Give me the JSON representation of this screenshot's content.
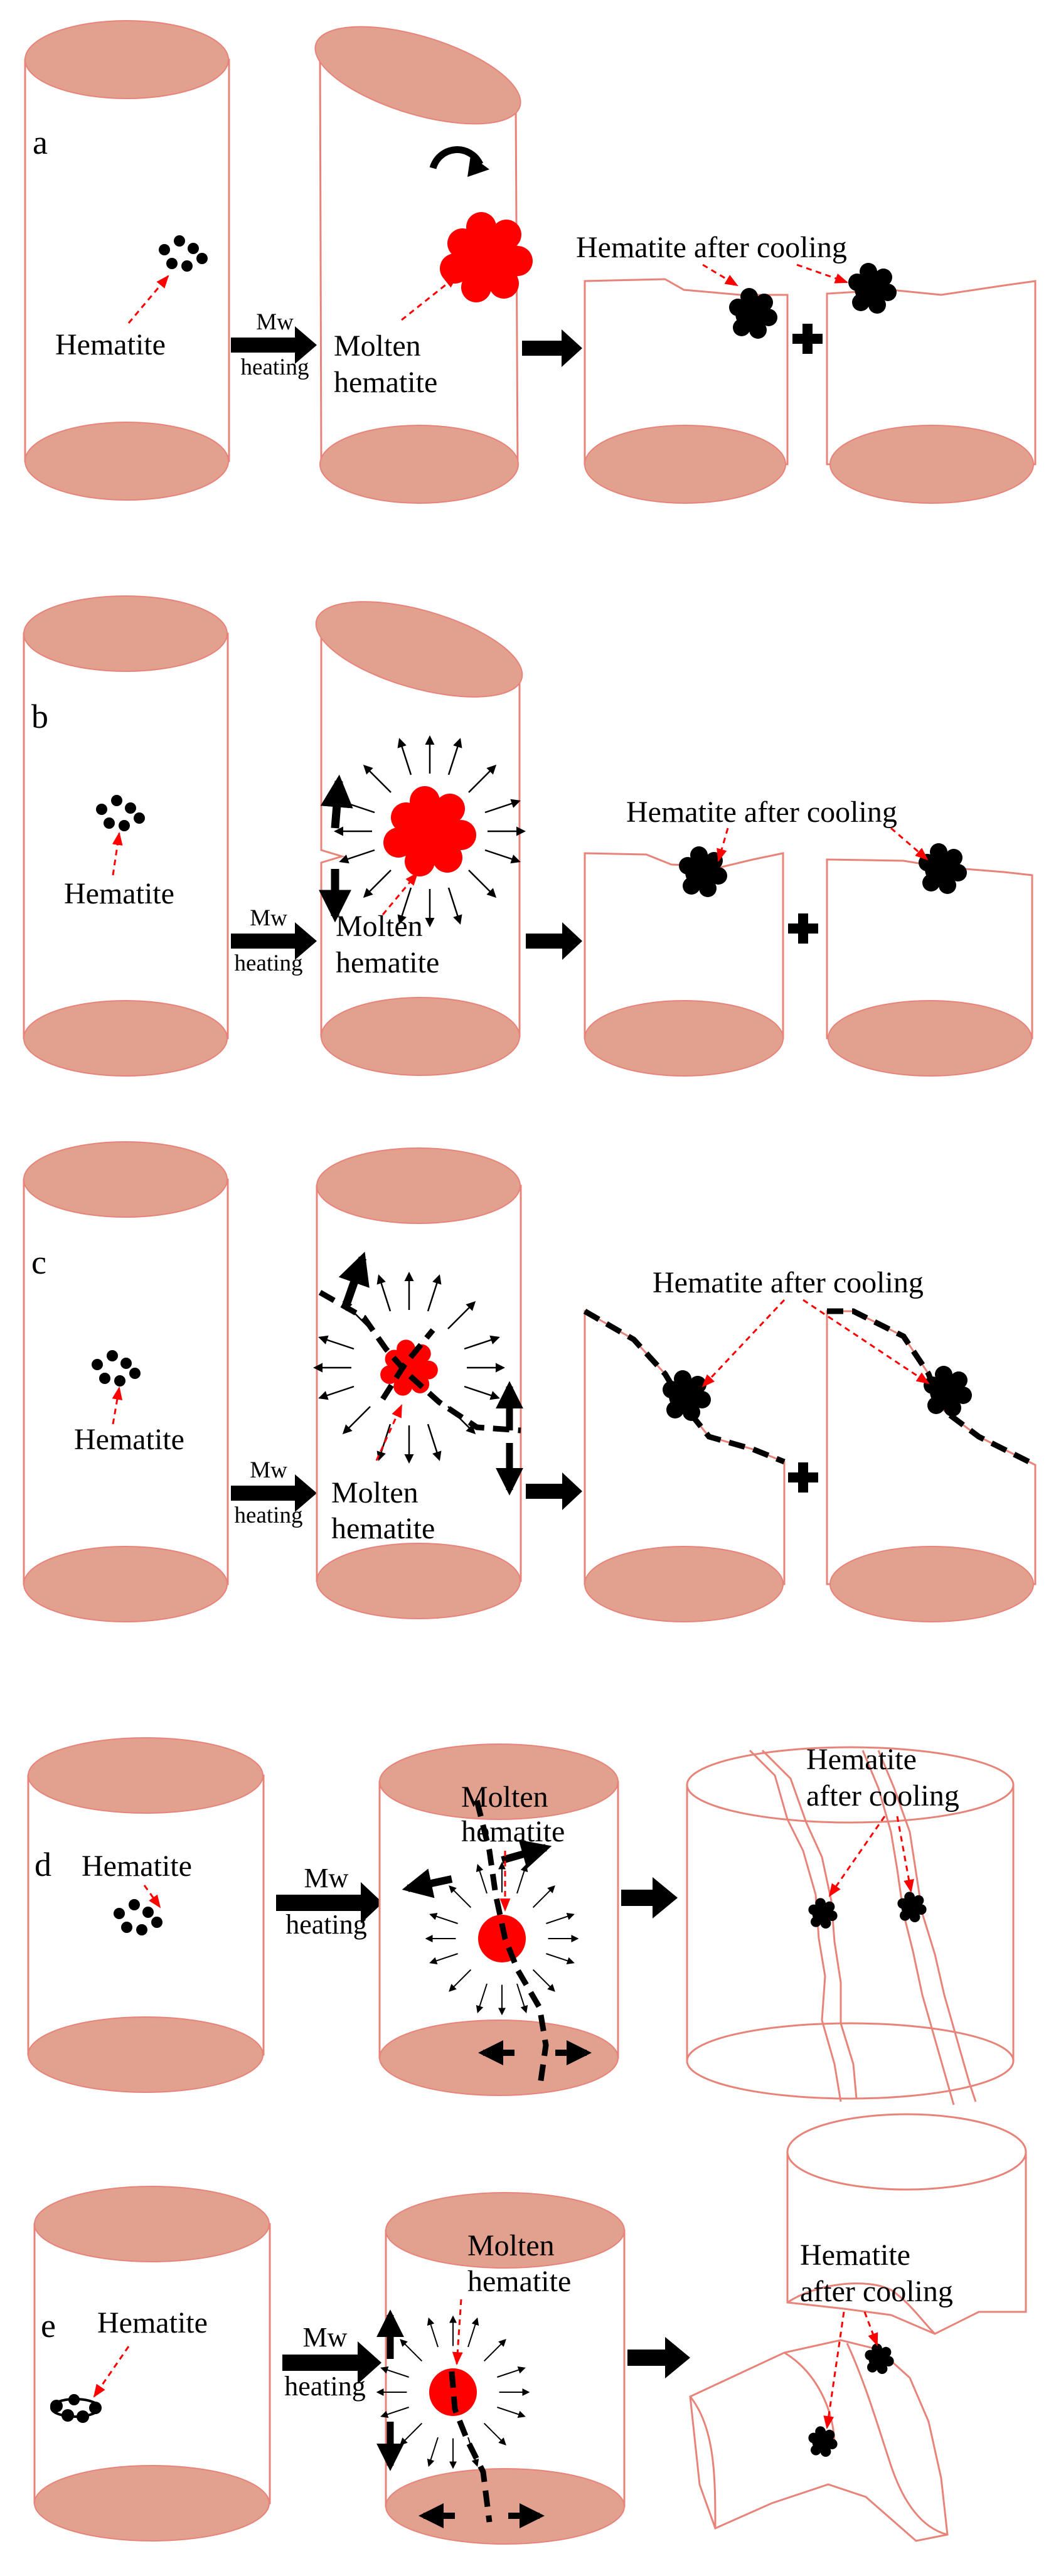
{
  "colors": {
    "cylinder_fill": "#e2a08f",
    "cylinder_outline": "#e8837a",
    "molten": "#ff0000",
    "cooled": "#000000",
    "pointer": "#ff0000"
  },
  "panels": [
    {
      "letter": "a",
      "hematite": "Hematite",
      "heating_1": "Mw",
      "heating_2": "heating",
      "molten_1": "Molten",
      "molten_2": "hematite",
      "after": "Hematite after cooling"
    },
    {
      "letter": "b",
      "hematite": "Hematite",
      "heating_1": "Mw",
      "heating_2": "heating",
      "molten_1": "Molten",
      "molten_2": "hematite",
      "after": "Hematite after cooling"
    },
    {
      "letter": "c",
      "hematite": "Hematite",
      "heating_1": "Mw",
      "heating_2": "heating",
      "molten_1": "Molten",
      "molten_2": "hematite",
      "after": "Hematite after cooling"
    },
    {
      "letter": "d",
      "hematite": "Hematite",
      "heating_1": "Mw",
      "heating_2": "heating",
      "molten_1": "Molten",
      "molten_2": "hematite",
      "after_1": "Hematite",
      "after_2": "after cooling"
    },
    {
      "letter": "e",
      "hematite": "Hematite",
      "heating_1": "Mw",
      "heating_2": "heating",
      "molten_1": "Molten",
      "molten_2": "hematite",
      "after_1": "Hematite",
      "after_2": "after cooling"
    }
  ]
}
